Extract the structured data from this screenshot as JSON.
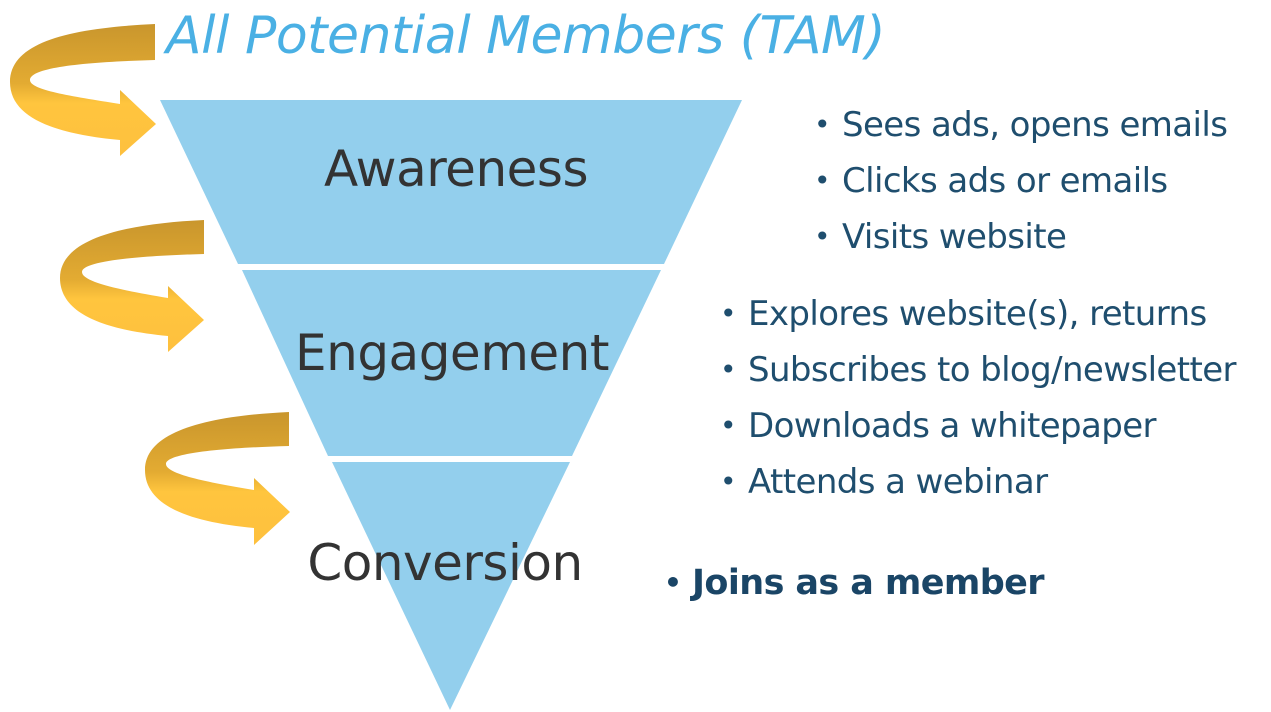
{
  "title": "All Potential Members (TAM)",
  "colors": {
    "funnel": "#93cfed",
    "title": "#4ab0e4",
    "arrow_light": "#fec03e",
    "arrow_dark": "#c9962d",
    "bullet_text": "#1f4e6e",
    "stage_text": "#333333"
  },
  "stages": [
    {
      "label": "Awareness",
      "items": [
        "Sees ads, opens emails",
        "Clicks ads or emails",
        "Visits website"
      ]
    },
    {
      "label": "Engagement",
      "items": [
        "Explores website(s), returns",
        "Subscribes to blog/newsletter",
        "Downloads a whitepaper",
        "Attends a webinar"
      ]
    },
    {
      "label": "Conversion",
      "items": [
        "Joins as a member"
      ]
    }
  ],
  "icons": [
    "curved-arrow-icon",
    "curved-arrow-icon",
    "curved-arrow-icon"
  ]
}
